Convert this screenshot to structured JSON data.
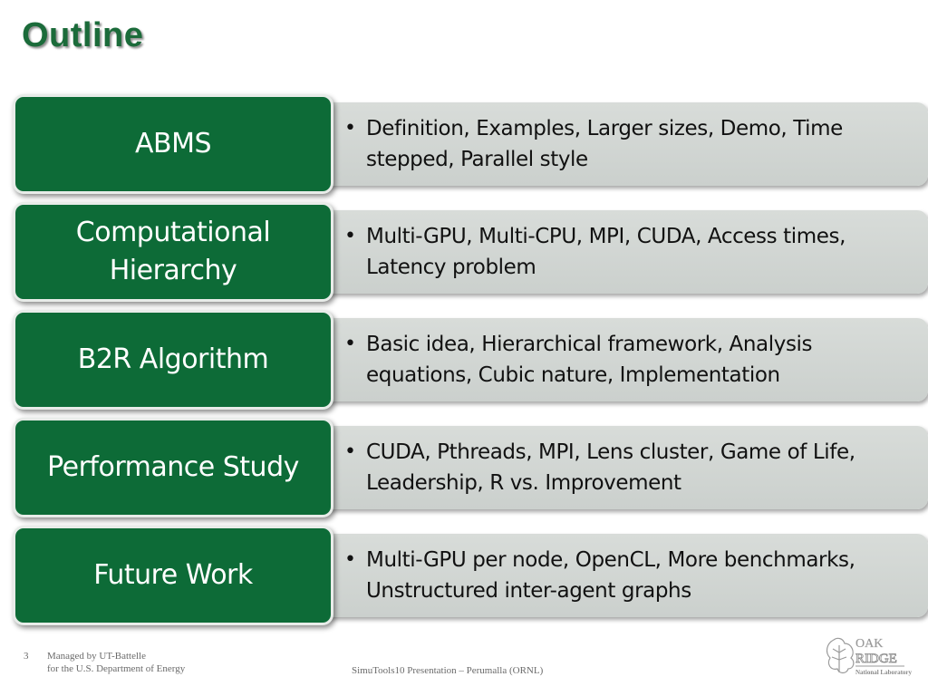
{
  "slide": {
    "title": "Outline"
  },
  "rows": [
    {
      "label": "ABMS",
      "bullet": "•",
      "detail": "Definition, Examples, Larger sizes, Demo, Time stepped, Parallel style"
    },
    {
      "label": "Computational Hierarchy",
      "bullet": "•",
      "detail": "Multi-GPU, Multi-CPU, MPI, CUDA, Access times, Latency problem"
    },
    {
      "label": "B2R Algorithm",
      "bullet": "•",
      "detail": "Basic idea, Hierarchical framework, Analysis equations, Cubic nature, Implementation"
    },
    {
      "label": "Performance Study",
      "bullet": "•",
      "detail": "CUDA, Pthreads, MPI, Lens cluster, Game of Life, Leadership, R vs. Improvement"
    },
    {
      "label": "Future Work",
      "bullet": "•",
      "detail": "Multi-GPU per node, OpenCL, More benchmarks, Unstructured inter-agent graphs"
    }
  ],
  "footer": {
    "page_number": "3",
    "managed_line1": "Managed by UT-Battelle",
    "managed_line2": "for the U.S. Department of Energy",
    "presentation": "SimuTools10 Presentation – Perumalla (ORNL)",
    "logo_line1": "OAK",
    "logo_line2": "RIDGE",
    "logo_line3": "National Laboratory"
  },
  "colors": {
    "label_green": "#0d6b37",
    "title_green": "#1b6b3a",
    "detail_gray": "#d1d5d2"
  }
}
